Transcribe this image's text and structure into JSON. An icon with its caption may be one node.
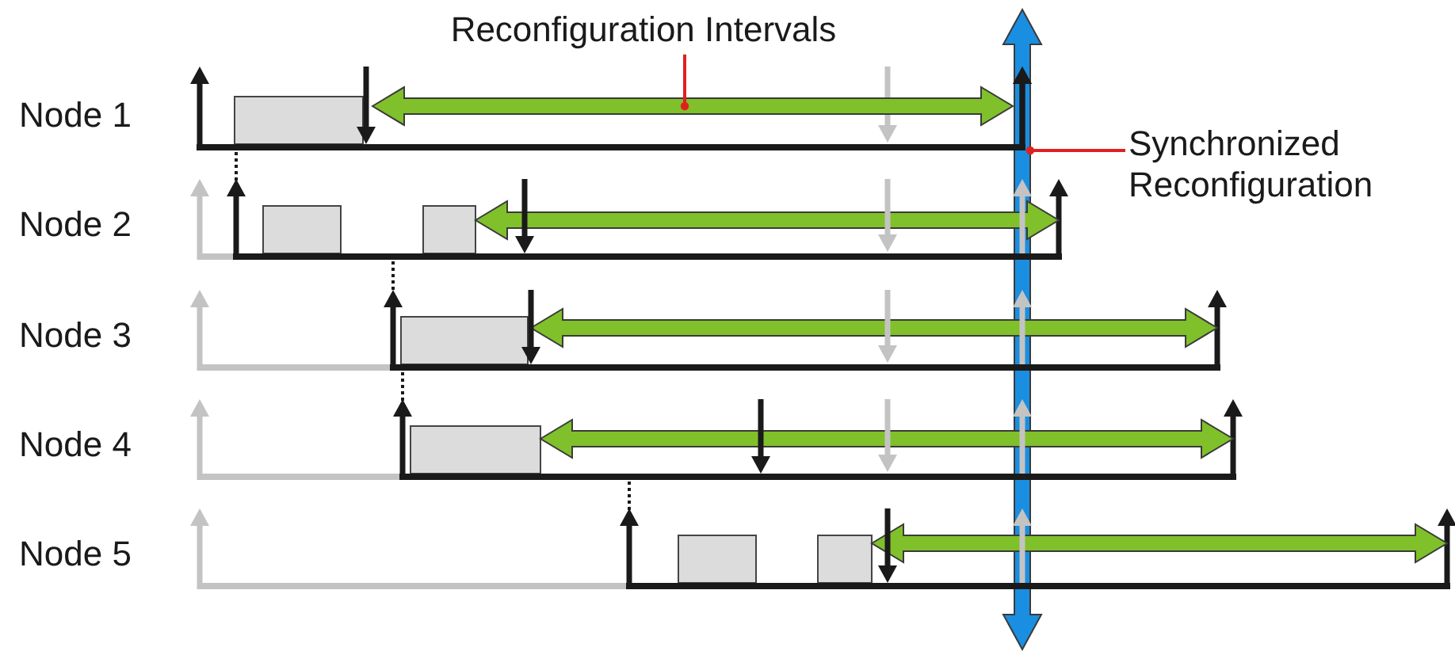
{
  "diagram": {
    "nodes": [
      {
        "text": [
          "Reconfiguration Intervals"
        ]
      },
      {
        "text": [],
        "shape": "arrow"
      },
      {
        "text": [
          "Synchronized Reconfiguration"
        ]
      },
      {
        "text": [],
        "shape": "arrow"
      }
    ],
    "edges": [
      {
        "from": 0,
        "to": 1,
        "arrow": "other"
      },
      {
        "from": 2,
        "to": 3,
        "arrow": "other"
      }
    ],
    "labels": [
      "Node 1",
      "Node 2",
      "Node 3",
      "Node 4",
      "Node 5"
    ]
  }
}
